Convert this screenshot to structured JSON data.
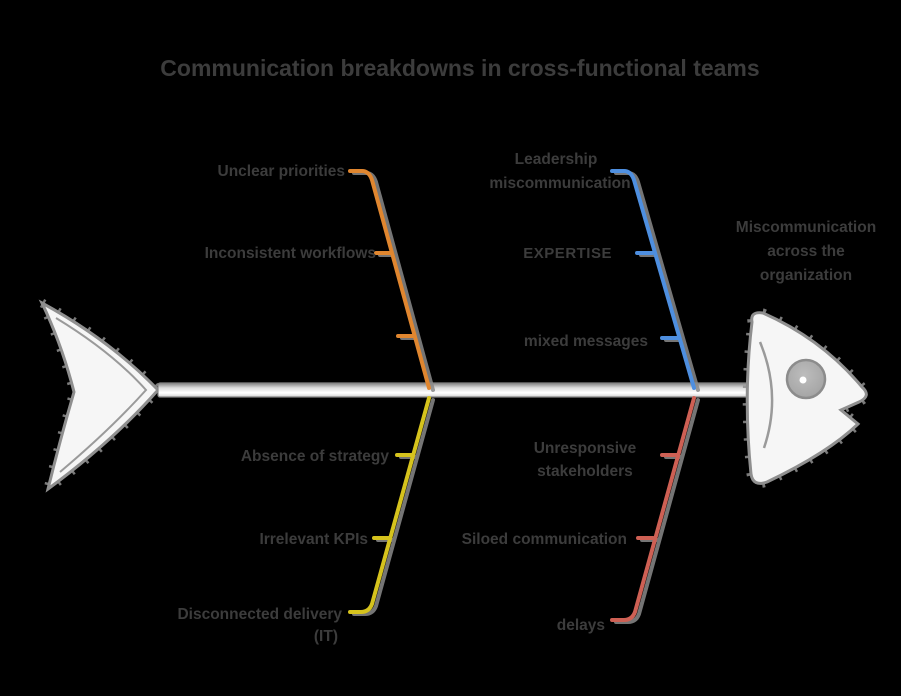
{
  "title": "Communication breakdowns in cross-functional teams",
  "diagram_type": "fishbone",
  "colors": {
    "background": "#000000",
    "text": "#3C3C3C",
    "bone_top_left": "#E0862F",
    "bone_top_right": "#4E8FE0",
    "bone_bottom_left": "#D6C31D",
    "bone_bottom_right": "#CE6054",
    "bone_shadow": "#8A8A8A",
    "fish_fill": "#F6F6F6",
    "fish_stroke": "#8F8F8F",
    "eye_fill": "#ADADAD"
  },
  "head_label": {
    "line1": "Miscommunication",
    "line2": "across the",
    "line3": "organization"
  },
  "branches": {
    "top_left": {
      "color": "#E0862F",
      "labels": {
        "l1": "Unclear priorities",
        "l2": "Inconsistent workflows"
      }
    },
    "top_right": {
      "color": "#4E8FE0",
      "labels": {
        "l1a": "Leadership",
        "l1b": "miscommunication",
        "l2": "EXPERTISE",
        "l3": "mixed messages"
      }
    },
    "bottom_left": {
      "color": "#D6C31D",
      "labels": {
        "l1": "Absence of strategy",
        "l2": "Irrelevant KPIs",
        "l3a": "Disconnected delivery",
        "l3b": "(IT)"
      }
    },
    "bottom_right": {
      "color": "#CE6054",
      "labels": {
        "l1a": "Unresponsive",
        "l1b": "stakeholders",
        "l2": "Siloed communication",
        "l3": "delays"
      }
    }
  }
}
